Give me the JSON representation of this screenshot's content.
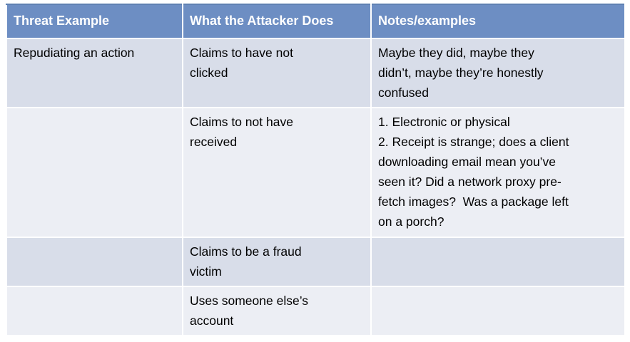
{
  "table": {
    "title": "Repudiation threat examples table",
    "columns": [
      {
        "label": "Threat Example"
      },
      {
        "label": "What the Attacker Does"
      },
      {
        "label": "Notes/examples"
      }
    ],
    "rows": [
      {
        "threat": "Repudiating an action",
        "attacker": "Claims to have not\nclicked",
        "notes": "Maybe they did, maybe they\ndidn’t, maybe they’re honestly\nconfused"
      },
      {
        "threat": "",
        "attacker": "Claims to not have\nreceived",
        "notes": "1. Electronic or physical\n2. Receipt is strange; does a client\ndownloading email mean you’ve\nseen it? Did a network proxy pre-\nfetch images?  Was a package left\non a porch?"
      },
      {
        "threat": "",
        "attacker": "Claims to be a fraud\nvictim",
        "notes": ""
      },
      {
        "threat": "",
        "attacker": "Uses someone else’s\naccount",
        "notes": ""
      }
    ],
    "colors": {
      "header_bg": "#6D8EC3",
      "header_text": "#FFFFFF",
      "row_dark": "#D8DDE9",
      "row_light": "#ECEEF4",
      "body_text": "#000000",
      "divider": "#FFFFFF",
      "header_top_border": "#5F81B2"
    }
  }
}
